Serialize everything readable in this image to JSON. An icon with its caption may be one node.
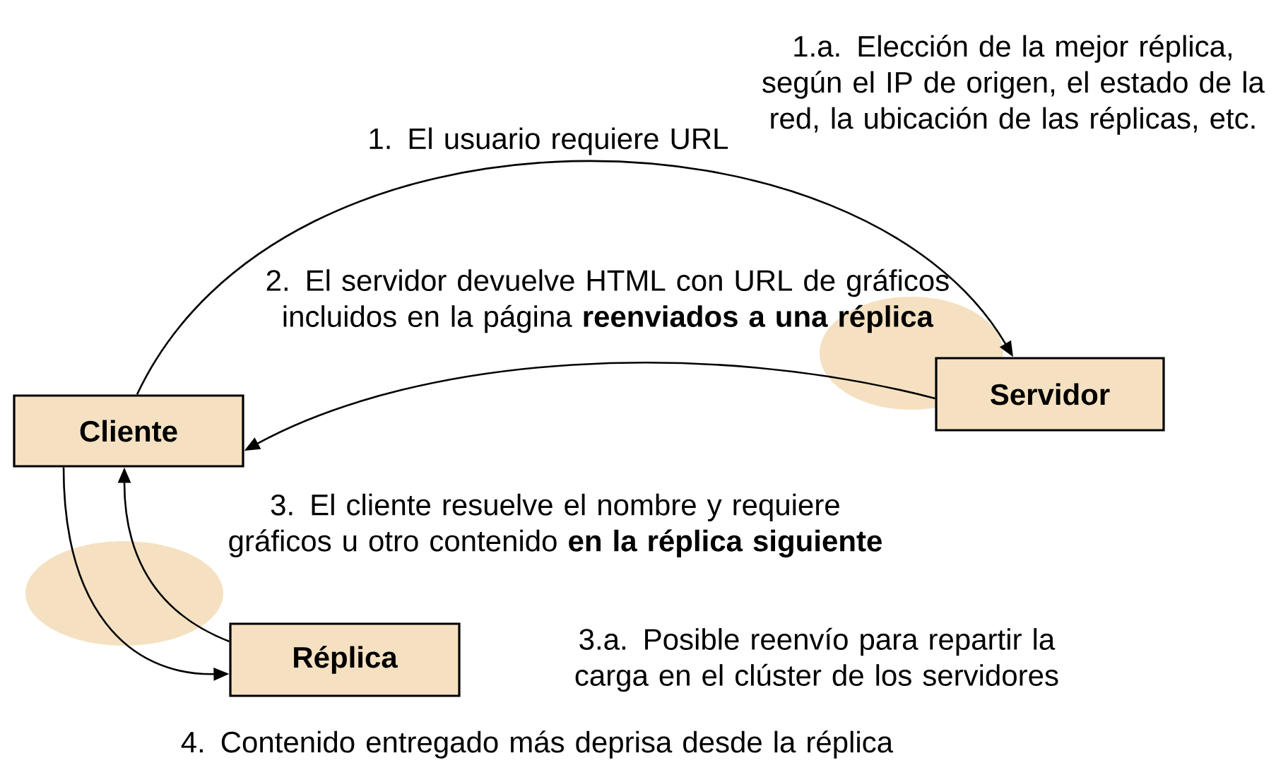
{
  "diagram": {
    "nodes": [
      {
        "text": [
          "Cliente"
        ]
      },
      {
        "text": [
          "Servidor"
        ]
      },
      {
        "text": [
          "Réplica"
        ]
      }
    ],
    "edges": [
      {
        "from": 0,
        "to": 1,
        "arrow": "to",
        "label": "1. El usuario requiere URL"
      },
      {
        "from": 1,
        "to": 0,
        "arrow": "to",
        "label": "2. El servidor devuelve HTML con URL de gráficos incluidos en la página **reenviados a una réplica**"
      },
      {
        "from": 0,
        "to": 2,
        "arrow": "to"
      },
      {
        "from": 2,
        "to": 0,
        "arrow": "to",
        "label": "3. El cliente resuelve el nombre y requiere gráficos u otro contenido **en la réplica siguiente**"
      }
    ],
    "labels": [
      "1.a. Elección de la mejor réplica, según el IP de origen, el estado de la red, la ubicación de las réplicas, etc.",
      "3.a. Posible reenvío para repartir la carga en el clúster de los servidores",
      "4. Contenido entregado más deprisa desde la réplica"
    ]
  }
}
